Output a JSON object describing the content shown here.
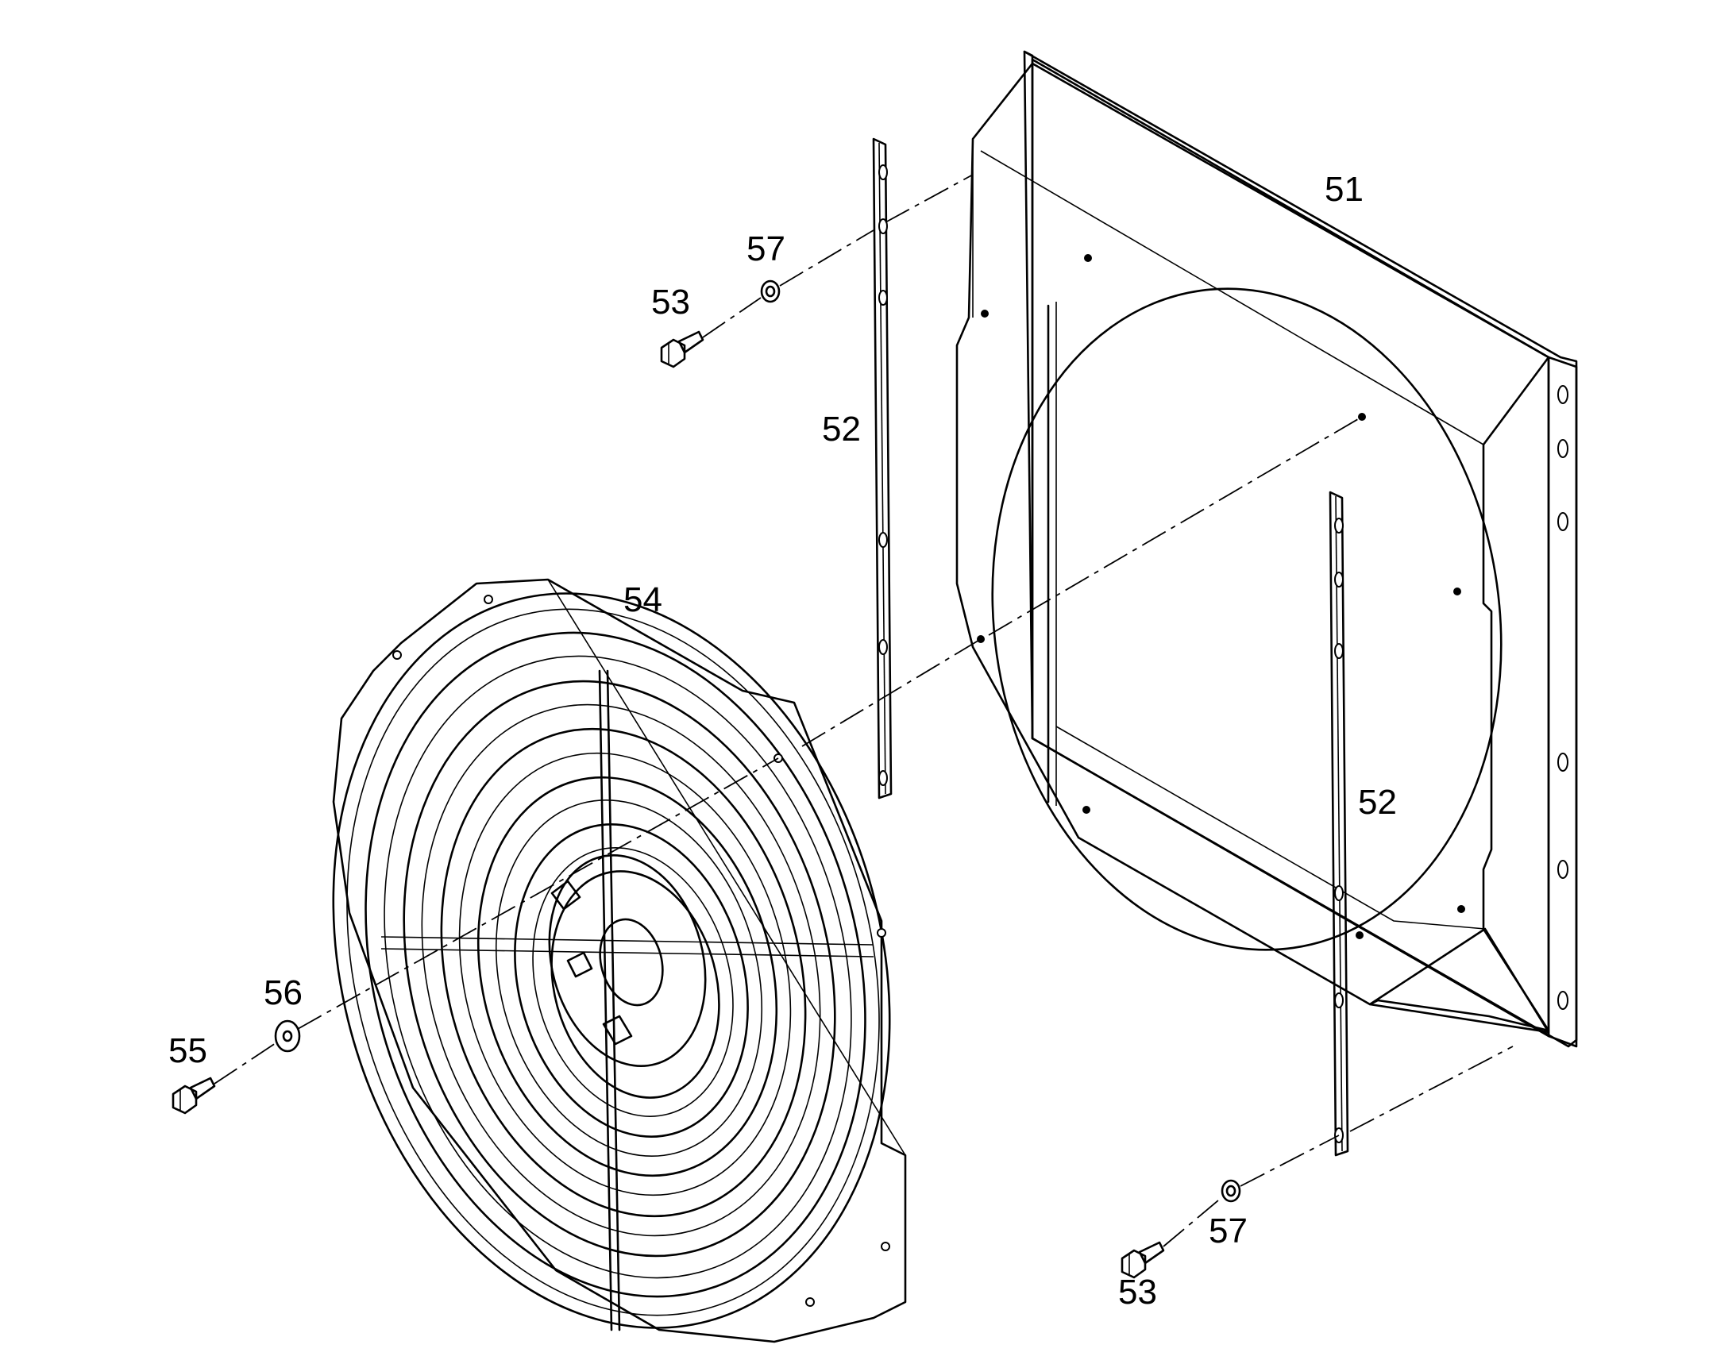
{
  "diagram": {
    "labels": {
      "shroud": "51",
      "strip_upper": "52",
      "strip_lower": "52",
      "bolt_upper": "53",
      "bolt_lower": "53",
      "fan_guard": "54",
      "guard_bolt": "55",
      "guard_washer": "56",
      "washer_upper": "57",
      "washer_lower": "57"
    }
  }
}
